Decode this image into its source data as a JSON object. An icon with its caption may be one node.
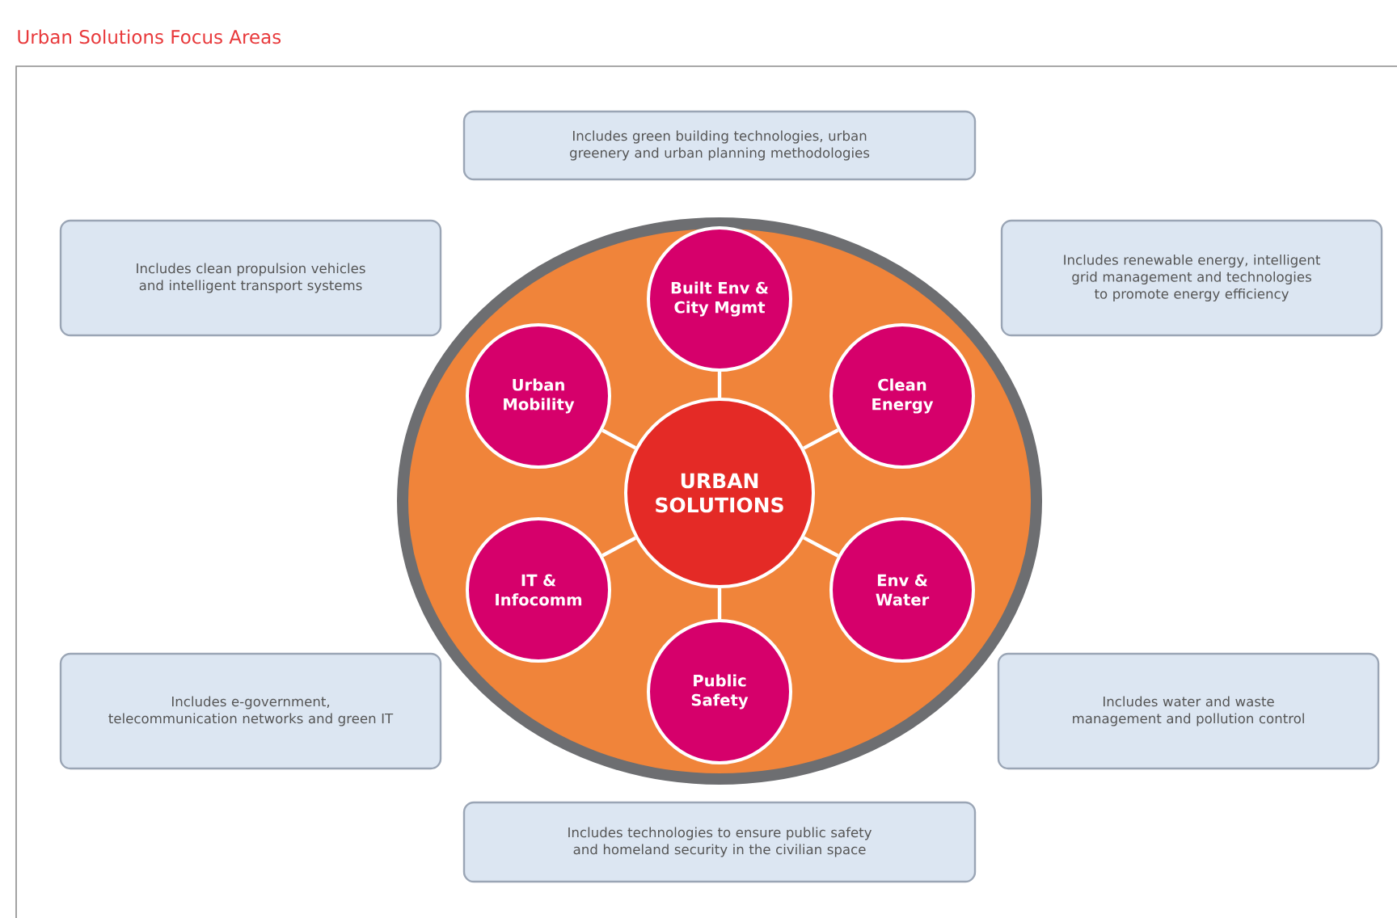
{
  "diagram": {
    "title": "Urban Solutions Focus Areas",
    "nodes": [
      {
        "text": [
          "Includes green building technologies, urban greenery and urban planning methodologies"
        ]
      },
      {
        "text": [
          "Includes clean propulsion vehicles and intelligent transport systems"
        ]
      },
      {
        "text": [
          "Includes renewable energy, intelligent grid management and technologies to promote energy efficiency"
        ]
      },
      {
        "text": [],
        "shape": "circle"
      },
      {
        "text": [
          "URBAN SOLUTIONS"
        ],
        "in": 3
      },
      {
        "text": [
          "Built Env & City Mgmt"
        ],
        "in": 3
      },
      {
        "text": [
          "Urban Mobility"
        ],
        "in": 3
      },
      {
        "text": [
          "Clean Energy"
        ],
        "in": 3
      },
      {
        "text": [
          "IT & Infocomm"
        ],
        "in": 3
      },
      {
        "text": [
          "Env & Water"
        ],
        "in": 3
      },
      {
        "text": [
          "Public Safety"
        ],
        "in": 3
      },
      {
        "text": [
          "Includes e-government, telecommunication networks and green IT"
        ]
      },
      {
        "text": [
          "Includes water and waste management and pollution control"
        ]
      },
      {
        "text": [
          "Includes technologies to ensure public safety and homeland security in the civilian space"
        ]
      }
    ],
    "edges": [
      {
        "from": 4,
        "to": 5,
        "arrow": "none"
      },
      {
        "from": 4,
        "to": 6,
        "arrow": "none"
      },
      {
        "from": 4,
        "to": 7,
        "arrow": "none"
      },
      {
        "from": 4,
        "to": 8,
        "arrow": "none"
      },
      {
        "from": 4,
        "to": 9,
        "arrow": "none"
      },
      {
        "from": 4,
        "to": 10,
        "arrow": "none"
      }
    ]
  }
}
